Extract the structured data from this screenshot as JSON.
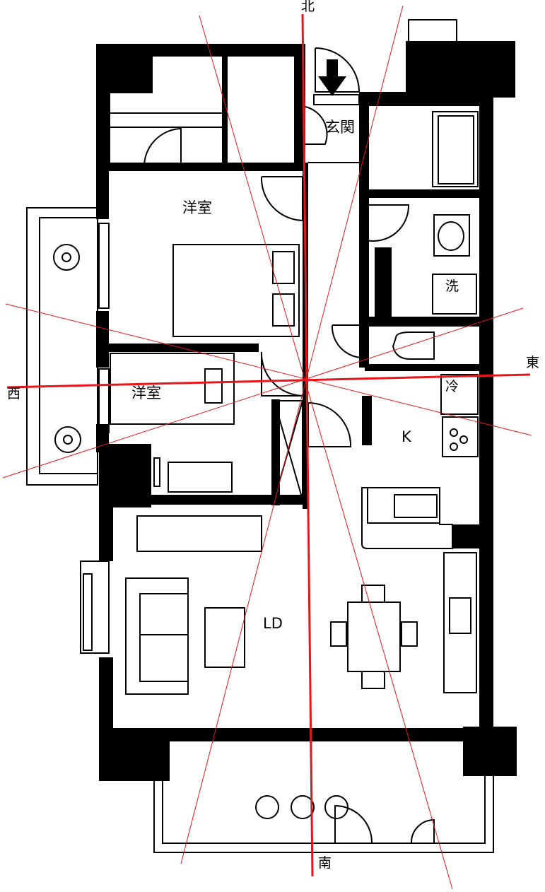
{
  "compass": {
    "north": "北",
    "south": "南",
    "east": "東",
    "west": "西",
    "line_color": "#e8151b"
  },
  "rooms": {
    "entrance": "玄関",
    "bedroom_1": "洋室",
    "bedroom_2": "洋室",
    "ldk_living": "LD",
    "ldk_kitchen": "K"
  },
  "fixtures": {
    "washer": "洗",
    "fridge": "冷"
  },
  "colors": {
    "wall": "#000000",
    "background": "#ffffff",
    "compass_lines": "#e8151b"
  },
  "icons": [
    "plant-icon",
    "entrance-arrow-icon",
    "door-swing-icon",
    "stove-icon",
    "toilet-icon",
    "bathtub-icon"
  ]
}
